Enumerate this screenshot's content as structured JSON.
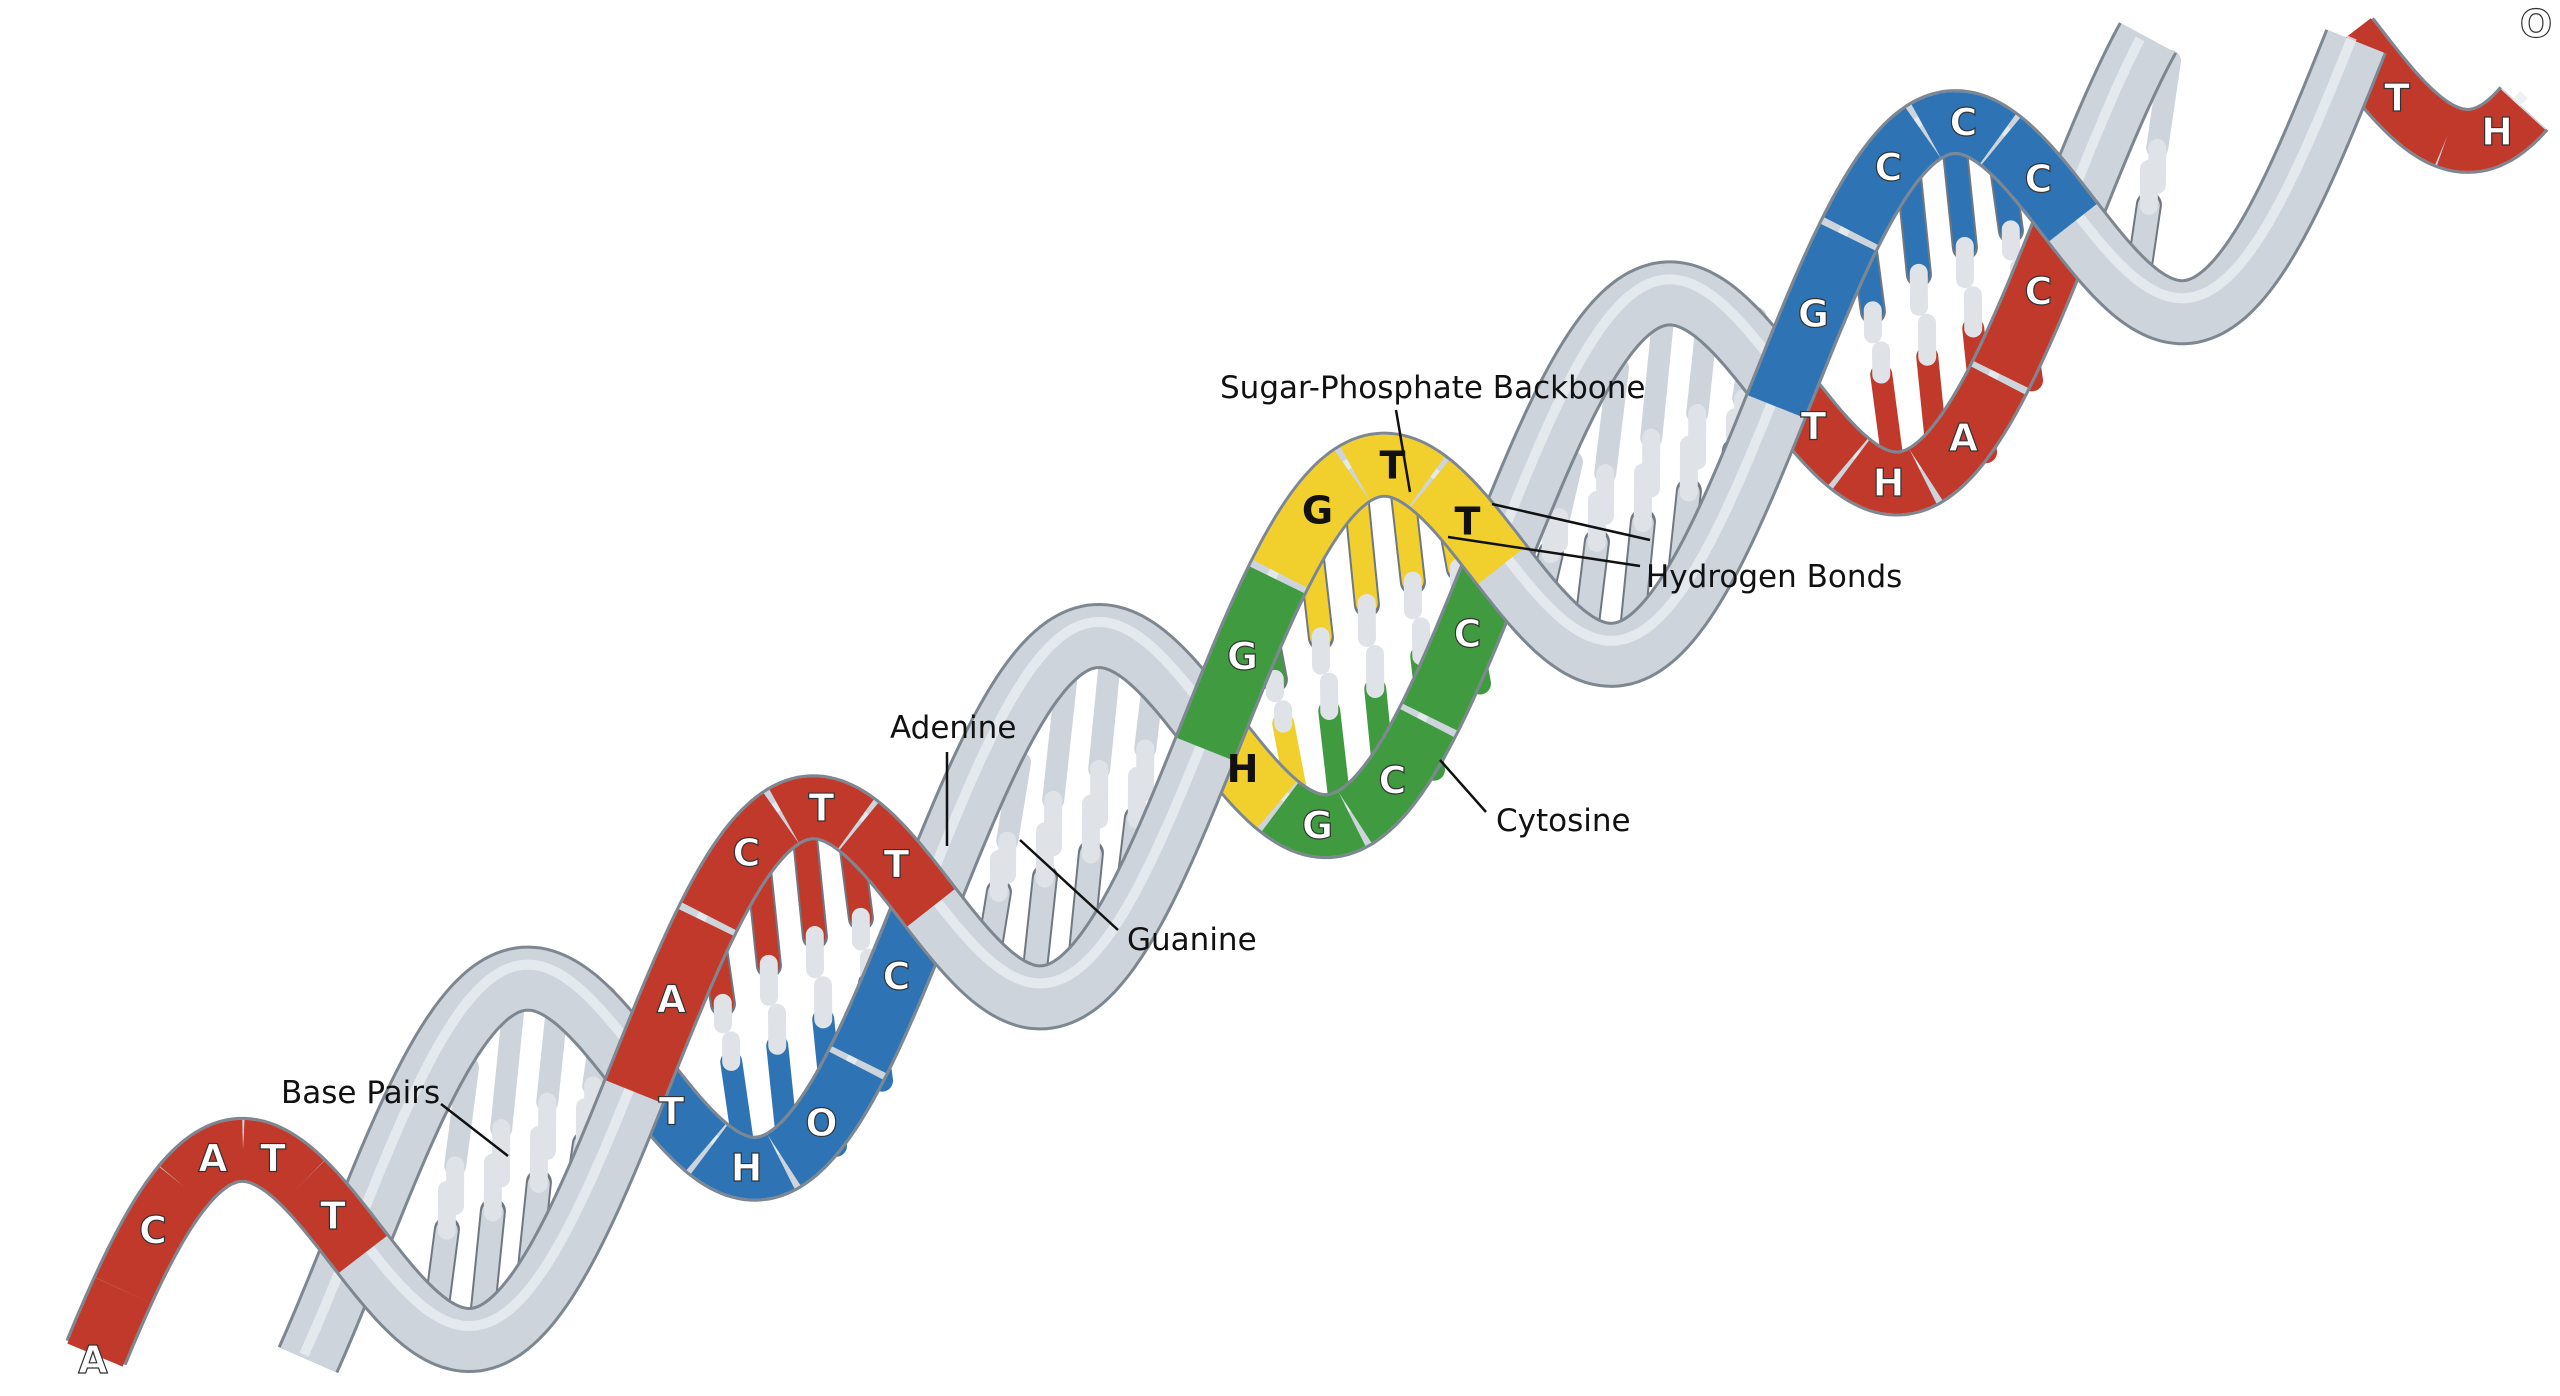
{
  "labels": {
    "backbone": "Sugar-Phosphate Backbone",
    "hydrogen_bonds": "Hydrogen Bonds",
    "adenine": "Adenine",
    "cytosine": "Cytosine",
    "guanine": "Guanine",
    "base_pairs": "Base Pairs"
  },
  "colors": {
    "backbone": "#cdd4db",
    "backbone_edge": "#7d8791",
    "red": "#c0392b",
    "blue": "#2e74b5",
    "green": "#3f9a40",
    "yellow": "#f1cf2c",
    "rung_cap": "#dfe3e7"
  },
  "strand_front_segments": [
    {
      "letters": [
        [
          "A",
          "red"
        ],
        [
          "C",
          "red"
        ],
        [
          "A",
          "red"
        ],
        [
          "T",
          "red"
        ],
        [
          "T",
          "red"
        ]
      ]
    },
    {
      "letters": [
        [
          "A",
          "red"
        ],
        [
          "C",
          "red"
        ],
        [
          "T",
          "red"
        ],
        [
          "T",
          "red"
        ]
      ]
    },
    {
      "letters": [
        [
          "G",
          "green"
        ],
        [
          "G",
          "yellow"
        ],
        [
          "T",
          "yellow"
        ],
        [
          "T",
          "yellow"
        ]
      ]
    },
    {
      "letters": [
        [
          "G",
          "blue"
        ],
        [
          "C",
          "blue"
        ],
        [
          "C",
          "blue"
        ],
        [
          "C",
          "blue"
        ]
      ]
    },
    null
  ],
  "strand_back_segments": [
    null,
    {
      "letters": [
        [
          "T",
          "blue"
        ],
        [
          "H",
          "blue"
        ],
        [
          "O",
          "blue"
        ],
        [
          "C",
          "blue"
        ]
      ]
    },
    {
      "letters": [
        [
          "H",
          "yellow"
        ],
        [
          "G",
          "green"
        ],
        [
          "C",
          "green"
        ],
        [
          "C",
          "green"
        ]
      ]
    },
    {
      "letters": [
        [
          "T",
          "red"
        ],
        [
          "H",
          "red"
        ],
        [
          "A",
          "red"
        ],
        [
          "C",
          "red"
        ]
      ]
    },
    {
      "letters": [
        [
          "T",
          "red"
        ],
        [
          "H",
          "red"
        ],
        [
          "O",
          "red"
        ]
      ]
    }
  ]
}
